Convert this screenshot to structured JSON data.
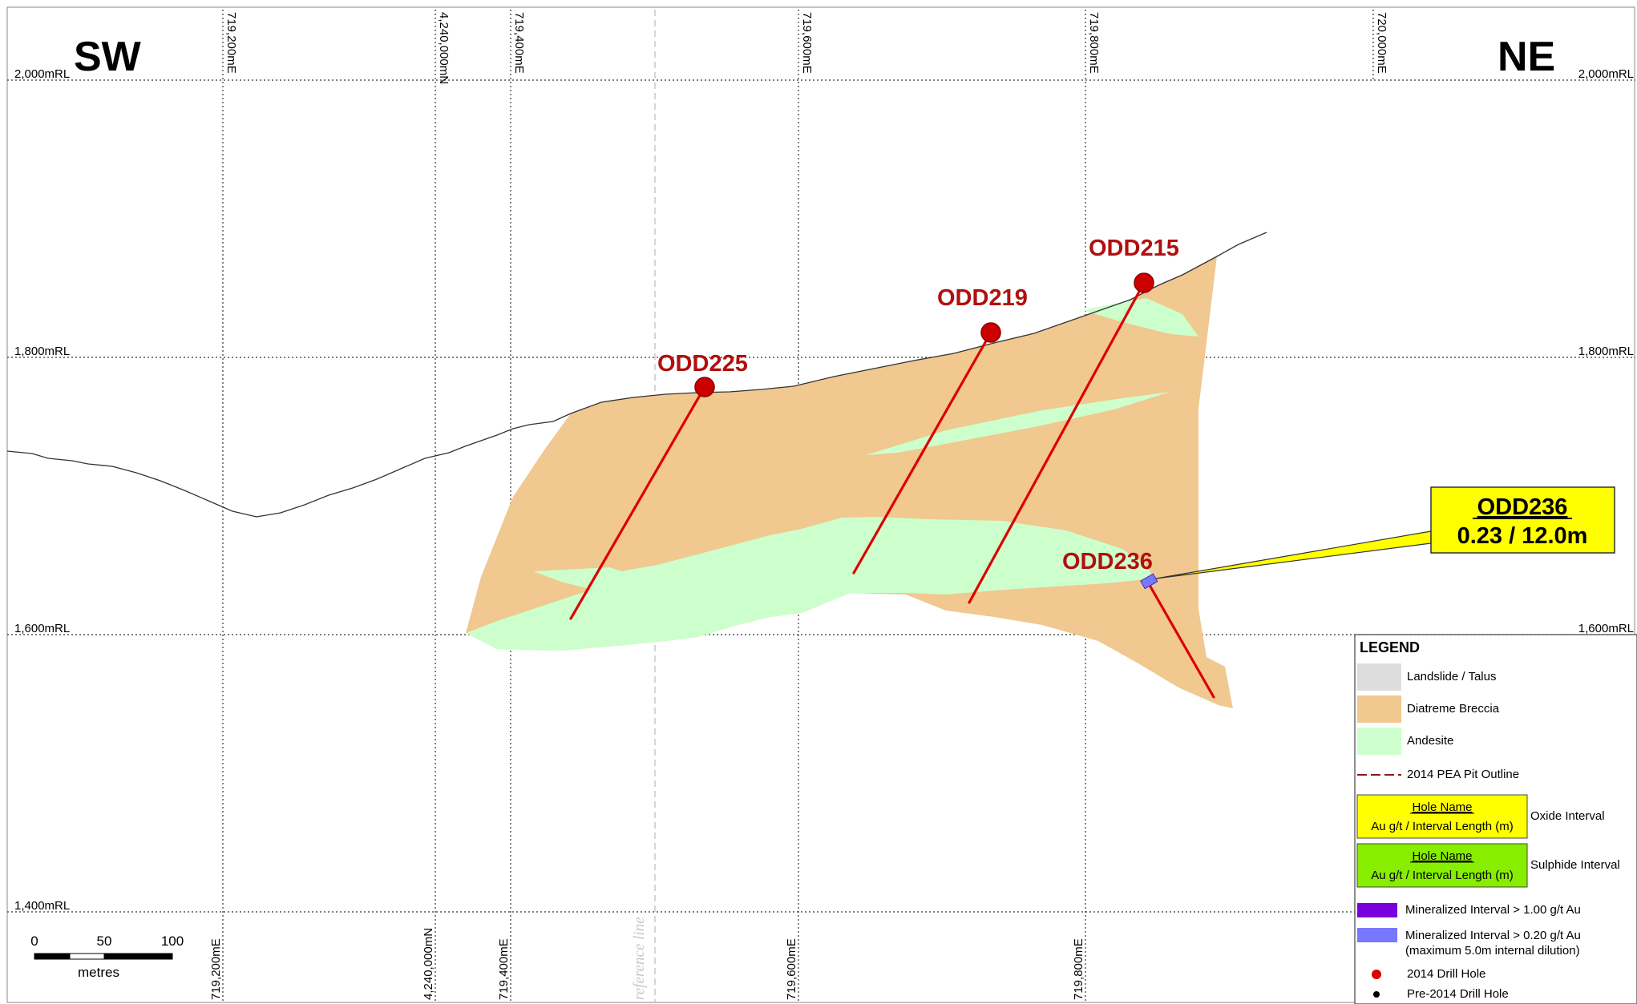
{
  "direction_left": "SW",
  "direction_right": "NE",
  "reference_line_label": "reference line",
  "elevation_labels": {
    "el2000": "2,000mRL",
    "el1800": "1,800mRL",
    "el1600": "1,600mRL",
    "el1400": "1,400mRL"
  },
  "easting_labels": {
    "e719200": "719,200mE",
    "n4240000": "4,240,000mN",
    "e719400": "719,400mE",
    "e719600": "719,600mE",
    "e719800": "719,800mE",
    "e720000": "720,000mE"
  },
  "drill_holes": {
    "odd225": "ODD225",
    "odd219": "ODD219",
    "odd215": "ODD215",
    "odd236": "ODD236"
  },
  "callout": {
    "hole_name": "ODD236",
    "interval": "0.23 / 12.0m"
  },
  "legend": {
    "title": "LEGEND",
    "landslide": "Landslide / Talus",
    "breccia": "Diatreme Breccia",
    "andesite": "Andesite",
    "pit_outline": "2014 PEA Pit Outline",
    "oxide_box_name": "Hole Name",
    "oxide_box_value": "Au g/t / Interval Length (m)",
    "oxide_label": "Oxide Interval",
    "sulphide_box_name": "Hole Name",
    "sulphide_box_value": "Au g/t / Interval Length (m)",
    "sulphide_label": "Sulphide Interval",
    "min_high": "Mineralized Interval > 1.00 g/t Au",
    "min_low": "Mineralized Interval > 0.20 g/t Au",
    "min_low_note": "(maximum 5.0m internal dilution)",
    "drill_2014": "2014 Drill Hole",
    "drill_pre2014": "Pre-2014 Drill Hole"
  },
  "scale_bar": {
    "tick_0": "0",
    "tick_50": "50",
    "tick_100": "100",
    "unit": "metres"
  },
  "colors": {
    "breccia": "#f0c890",
    "andesite": "#ccffcc",
    "landslide": "#dddddd",
    "drill_trace": "#dd0000",
    "drill_collar": "#cc0000",
    "hole_label": "#b01010",
    "oxide_fill": "#ffff00",
    "sulphide_fill": "#88ee00",
    "min_high": "#7700dd",
    "min_low": "#7777ff",
    "pit_outline": "#8b1a1a"
  }
}
